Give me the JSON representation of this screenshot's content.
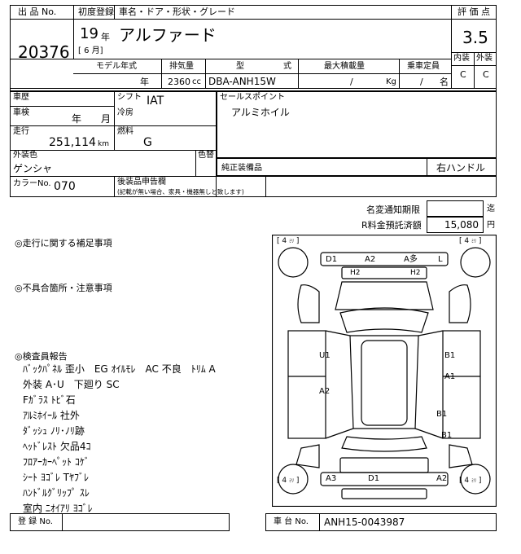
{
  "header": {
    "lot_no_label": "出 品 No.",
    "lot_no": "20376",
    "first_reg_label": "初度登録",
    "first_reg_year": "19",
    "first_reg_year_unit": "年",
    "first_reg_month": "[ 6 月]",
    "car_name_label": "車名・ドア・形状・グレード",
    "car_name": "アルファード",
    "score_label": "評 価 点",
    "score": "3.5",
    "interior_label": "内装",
    "exterior_label": "外装",
    "interior_grade": "C",
    "exterior_grade": "C"
  },
  "specs": {
    "model_year_label": "モデル年式",
    "model_year_unit": "年",
    "displacement_label": "排気量",
    "displacement": "2360",
    "displacement_unit": "cc",
    "type_label_1": "型",
    "type_label_2": "式",
    "type": "DBA-ANH15W",
    "max_load_label": "最大積載量",
    "max_load_slash": "/",
    "max_load_unit": "Kg",
    "capacity_label": "乗車定員",
    "capacity_slash": "/",
    "capacity_unit": "名"
  },
  "details": {
    "history_label": "車歴",
    "shift_label": "シフト",
    "shift": "IAT",
    "sales_points_label": "セールスポイント",
    "sales_points": "アルミホイル",
    "inspection_label": "車検",
    "inspection_year_unit": "年",
    "inspection_month_unit": "月",
    "ac_label": "冷房",
    "mileage_label": "走行",
    "mileage": "251,114",
    "mileage_unit": "km",
    "fuel_label": "燃料",
    "fuel": "G",
    "ext_color_label": "外装色",
    "ext_color": "ゲンシャ",
    "color_change_label": "色替",
    "genuine_parts_label": "純正装備品",
    "steering": "右ハンドル",
    "color_no_label": "カラーNo.",
    "color_no": "070",
    "aftermarket_label": "後装品申告欄",
    "aftermarket_note": "(記載が無い場合、家具・機器無しと致します)"
  },
  "notices": {
    "name_change_label": "名変通知期限",
    "name_change_unit": "迄",
    "recycle_label": "R料金預託済額",
    "recycle_value": "15,080",
    "recycle_unit": "円"
  },
  "remarks": {
    "driving_title": "◎走行に関する補足事項",
    "defects_title": "◎不具合箇所・注意事項",
    "inspector_title": "◎検査員報告",
    "lines": [
      "ﾊﾞｯｸﾊﾟﾈﾙ 歪小　EG ｵｲﾙﾓﾚ　AC 不良　ﾄﾘﾑ A",
      "外装 A･U　下廻り SC",
      "Fｶﾞﾗｽ ﾄﾋﾞ石",
      "ｱﾙﾐﾎｲｰﾙ 社外",
      "ﾀﾞｯｼｭ ﾉﾘ･ﾉﾘ跡",
      "ﾍｯﾄﾞﾚｽﾄ 欠品4ｺ",
      "ﾌﾛｱｰｶｰﾍﾟｯﾄ ｺｹﾞ",
      "ｼｰﾄ ﾖｺﾞﾚ Tﾔﾌﾞﾚ",
      "ﾊﾝﾄﾞﾙｸﾞﾘｯﾌﾟ ｽﾚ",
      "室内 ﾆｵｲｱﾘ ﾖｺﾞﾚ"
    ]
  },
  "diagram": {
    "tire_tl": "4",
    "tire_tr": "4",
    "tire_bl": "4",
    "tire_br": "4",
    "tire_unit": "ﾐﾘ",
    "front_marks": [
      "D1",
      "A2",
      "A多",
      "L"
    ],
    "front_small": [
      "H2",
      "H2"
    ],
    "left_marks": [
      "U1",
      "A2"
    ],
    "right_marks": [
      "B1",
      "A1",
      "B1",
      "B1"
    ],
    "rear_marks": [
      "A3",
      "D1",
      "A2"
    ]
  },
  "footer": {
    "reg_no_label": "登 録 No.",
    "chassis_no_label": "車 台 No.",
    "chassis_no": "ANH15-0043987"
  }
}
